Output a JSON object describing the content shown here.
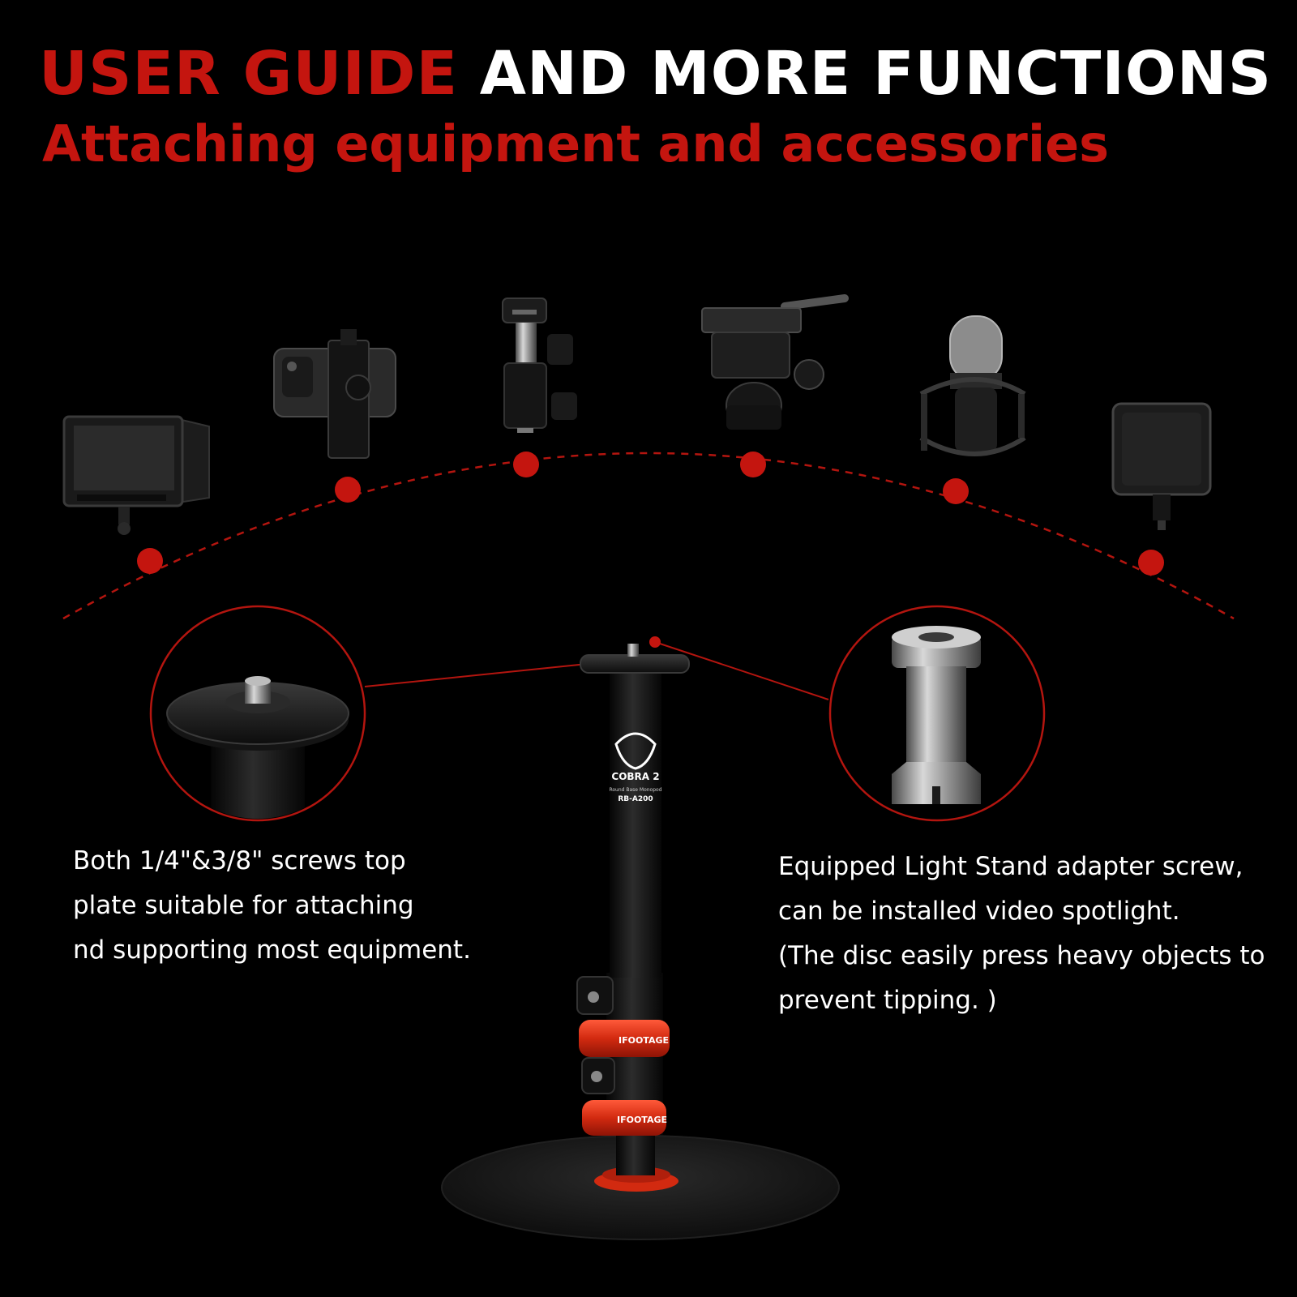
{
  "header": {
    "title_red": "USER GUIDE",
    "title_white": "AND MORE FUNCTIONS",
    "subtitle": "Attaching equipment and accessories"
  },
  "product": {
    "model_name": "COBRA 2",
    "model_sub": "Round Base Monopod",
    "model_code": "RB-A200",
    "brand": "IFOOTAGE"
  },
  "captions": {
    "left": [
      "Both 1/4\"&3/8\" screws top",
      "plate suitable for attaching",
      "nd supporting most equipment."
    ],
    "right": [
      "Equipped Light Stand adapter screw,",
      "can be installed video spotlight.",
      "(The disc easily press heavy objects to",
      "prevent tipping. )"
    ]
  },
  "accessories": [
    "field-monitor",
    "phone-clamp",
    "umbrella-swivel-adapter",
    "fluid-video-head",
    "studio-microphone",
    "led-panel-light"
  ],
  "colors": {
    "accent": "#c4150f",
    "text": "#ffffff",
    "background": "#000000"
  }
}
